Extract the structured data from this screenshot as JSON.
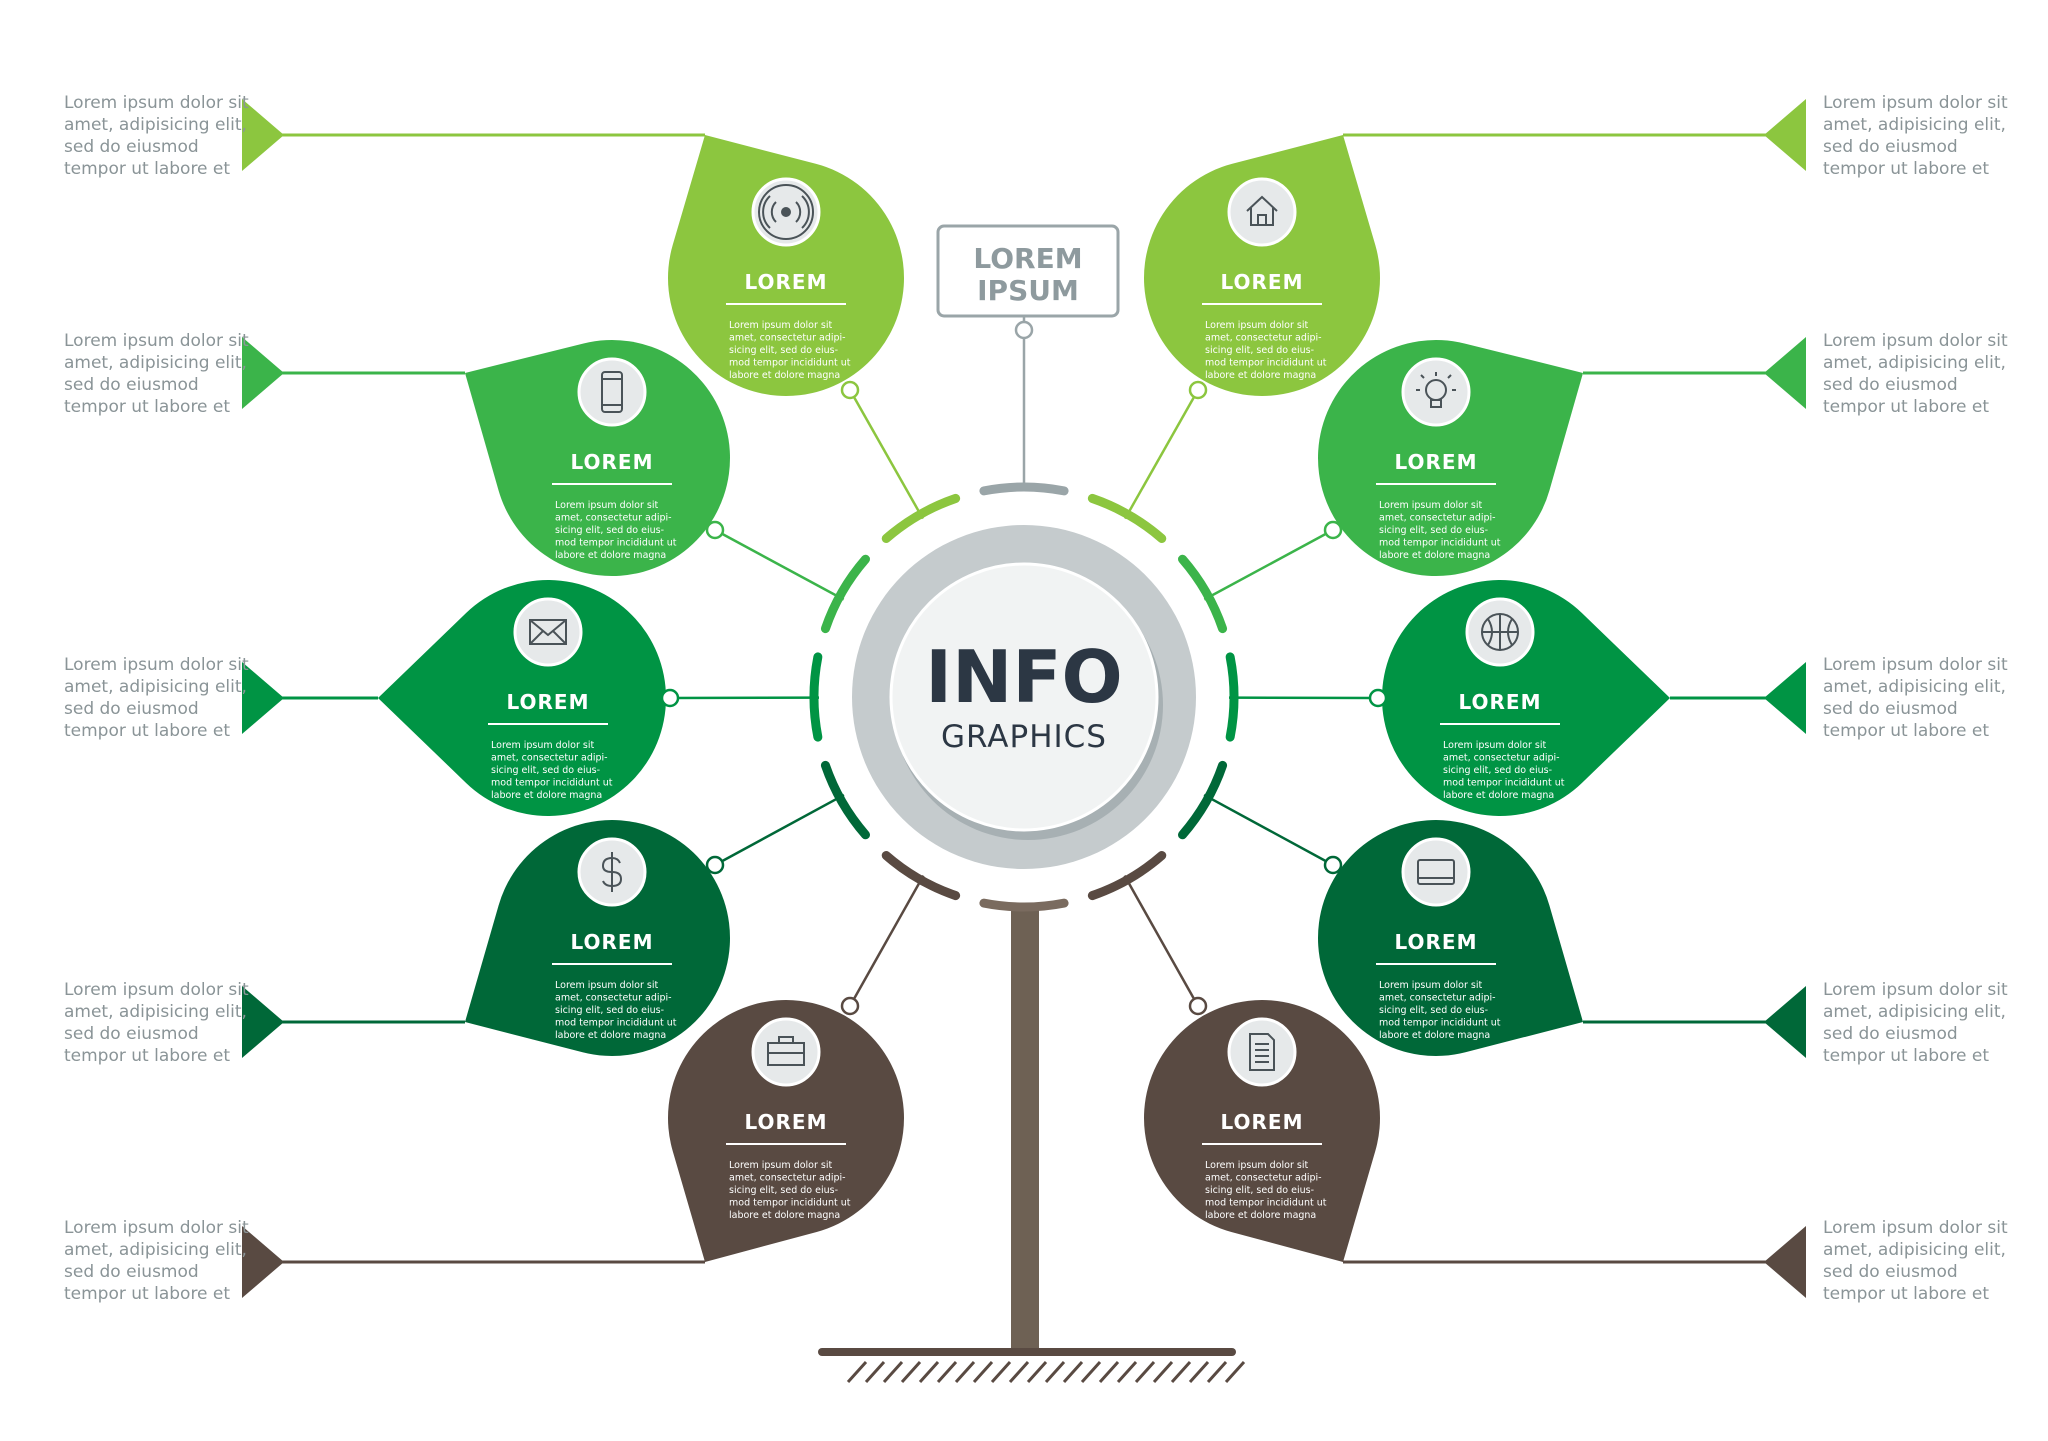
{
  "colors": {
    "lime": "#8cc63f",
    "green": "#3bb44a",
    "mid_green": "#009444",
    "dark_green": "#006838",
    "brown": "#594a42",
    "gray": "#9aa5a8",
    "text_gray": "#8a9497",
    "title_dark": "#2c3744"
  },
  "center": {
    "title": "INFO",
    "subtitle": "GRAPHICS"
  },
  "tag": {
    "line1": "LOREM",
    "line2": "IPSUM"
  },
  "side_text": "Lorem ipsum dolor sit amet, adipisicing elit, sed do eiusmod tempor ut labore et",
  "leaves": [
    {
      "side": "left",
      "title": "LOREM",
      "icon": "wifi-signal-icon",
      "color": "lime",
      "body": [
        "Lorem ipsum dolor sit",
        "amet, consectetur adipi-",
        "sicing elit, sed do eius-",
        "mod tempor incididunt ut",
        "labore et dolore magna"
      ]
    },
    {
      "side": "left",
      "title": "LOREM",
      "icon": "smartphone-icon",
      "color": "green",
      "body": [
        "Lorem ipsum dolor sit",
        "amet, consectetur adipi-",
        "sicing elit, sed do eius-",
        "mod tempor incididunt ut",
        "labore et dolore magna"
      ]
    },
    {
      "side": "left",
      "title": "LOREM",
      "icon": "envelope-icon",
      "color": "mid_green",
      "body": [
        "Lorem ipsum dolor sit",
        "amet, consectetur adipi-",
        "sicing elit, sed do eius-",
        "mod tempor incididunt ut",
        "labore et dolore magna"
      ]
    },
    {
      "side": "left",
      "title": "LOREM",
      "icon": "dollar-icon",
      "color": "dark_green",
      "body": [
        "Lorem ipsum dolor sit",
        "amet, consectetur adipi-",
        "sicing elit, sed do eius-",
        "mod tempor incididunt ut",
        "labore et dolore magna"
      ]
    },
    {
      "side": "left",
      "title": "LOREM",
      "icon": "briefcase-icon",
      "color": "brown",
      "body": [
        "Lorem ipsum dolor sit",
        "amet, consectetur adipi-",
        "sicing elit, sed do eius-",
        "mod tempor incididunt ut",
        "labore et dolore magna"
      ]
    },
    {
      "side": "right",
      "title": "LOREM",
      "icon": "home-icon",
      "color": "lime",
      "body": [
        "Lorem ipsum dolor sit",
        "amet, consectetur adipi-",
        "sicing elit, sed do eius-",
        "mod tempor incididunt ut",
        "labore et dolore magna"
      ]
    },
    {
      "side": "right",
      "title": "LOREM",
      "icon": "lightbulb-icon",
      "color": "green",
      "body": [
        "Lorem ipsum dolor sit",
        "amet, consectetur adipi-",
        "sicing elit, sed do eius-",
        "mod tempor incididunt ut",
        "labore et dolore magna"
      ]
    },
    {
      "side": "right",
      "title": "LOREM",
      "icon": "basketball-icon",
      "color": "mid_green",
      "body": [
        "Lorem ipsum dolor sit",
        "amet, consectetur adipi-",
        "sicing elit, sed do eius-",
        "mod tempor incididunt ut",
        "labore et dolore magna"
      ]
    },
    {
      "side": "right",
      "title": "LOREM",
      "icon": "credit-card-icon",
      "color": "dark_green",
      "body": [
        "Lorem ipsum dolor sit",
        "amet, consectetur adipi-",
        "sicing elit, sed do eius-",
        "mod tempor incididunt ut",
        "labore et dolore magna"
      ]
    },
    {
      "side": "right",
      "title": "LOREM",
      "icon": "document-icon",
      "color": "brown",
      "body": [
        "Lorem ipsum dolor sit",
        "amet, consectetur adipi-",
        "sicing elit, sed do eius-",
        "mod tempor incididunt ut",
        "labore et dolore magna"
      ]
    }
  ],
  "side_blocks": [
    {
      "side": "left",
      "text": "Lorem ipsum dolor sit amet, adipisicing elit, sed do eiusmod tempor ut labore et",
      "color": "lime"
    },
    {
      "side": "left",
      "text": "Lorem ipsum dolor sit amet, adipisicing elit, sed do eiusmod tempor ut labore et",
      "color": "green"
    },
    {
      "side": "left",
      "text": "Lorem ipsum dolor sit amet, adipisicing elit, sed do eiusmod tempor ut labore et",
      "color": "mid_green"
    },
    {
      "side": "left",
      "text": "Lorem ipsum dolor sit amet, adipisicing elit, sed do eiusmod tempor ut labore et",
      "color": "dark_green"
    },
    {
      "side": "left",
      "text": "Lorem ipsum dolor sit amet, adipisicing elit, sed do eiusmod tempor ut labore et",
      "color": "brown"
    },
    {
      "side": "right",
      "text": "Lorem ipsum dolor sit amet, adipisicing elit, sed do eiusmod tempor ut labore et",
      "color": "lime"
    },
    {
      "side": "right",
      "text": "Lorem ipsum dolor sit amet, adipisicing elit, sed do eiusmod tempor ut labore et",
      "color": "green"
    },
    {
      "side": "right",
      "text": "Lorem ipsum dolor sit amet, adipisicing elit, sed do eiusmod tempor ut labore et",
      "color": "mid_green"
    },
    {
      "side": "right",
      "text": "Lorem ipsum dolor sit amet, adipisicing elit, sed do eiusmod tempor ut labore et",
      "color": "dark_green"
    },
    {
      "side": "right",
      "text": "Lorem ipsum dolor sit amet, adipisicing elit, sed do eiusmod tempor ut labore et",
      "color": "brown"
    }
  ]
}
